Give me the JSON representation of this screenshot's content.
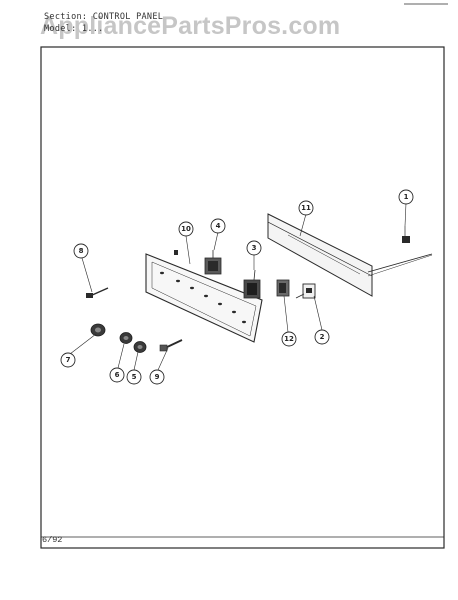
{
  "header": {
    "section_line": "Section: CONTROL PANEL",
    "model_line": "Model: 1..."
  },
  "watermark": "AppliancePartsPros.com",
  "footer": {
    "date": "6/92"
  },
  "callouts": [
    "1",
    "2",
    "3",
    "4",
    "5",
    "6",
    "7",
    "8",
    "9",
    "10",
    "11",
    "12"
  ],
  "colors": {
    "line": "#2a2a2a",
    "part_fill": "#ececec",
    "watermark": "#bdbdbd"
  }
}
